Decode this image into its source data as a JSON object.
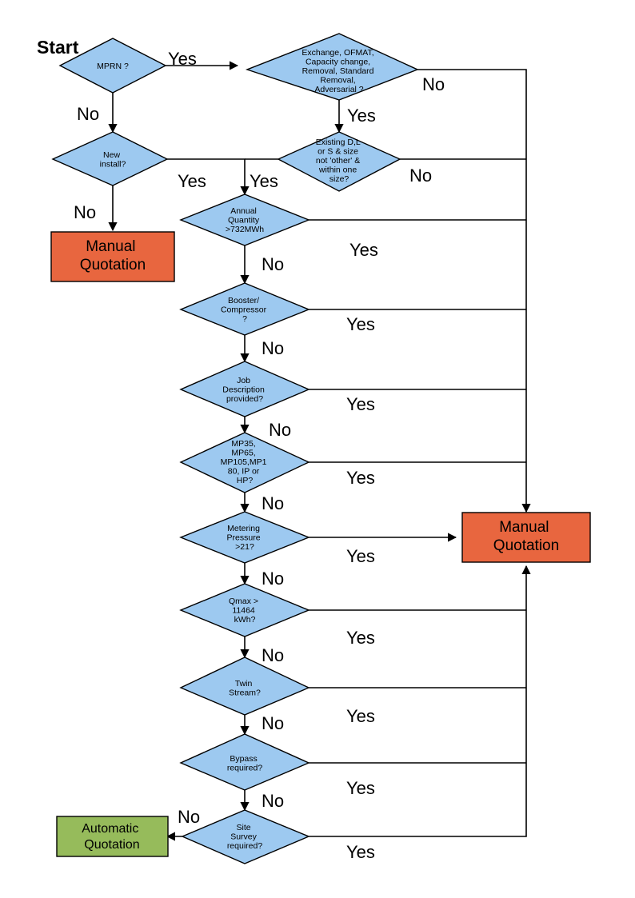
{
  "diagram": {
    "title_label": "Start",
    "colors": {
      "decision_fill": "#9DC9F0",
      "manual_fill": "#E8663F",
      "automatic_fill": "#96BB5B",
      "stroke": "#000000",
      "background": "#FFFFFF"
    },
    "edge_labels": {
      "yes": "Yes",
      "no": "No"
    },
    "nodes": [
      {
        "id": "mprn",
        "type": "decision",
        "lines": [
          "MPRN ?"
        ]
      },
      {
        "id": "exchange",
        "type": "decision",
        "lines": [
          "Exchange, OFMAT,",
          "Capacity change,",
          "Removal, Standard",
          "Removal,",
          "Adversarial ?"
        ]
      },
      {
        "id": "new-install",
        "type": "decision",
        "lines": [
          "New",
          "install?"
        ]
      },
      {
        "id": "existing-dls",
        "type": "decision",
        "lines": [
          "Existing D,L",
          "or S & size",
          "not 'other' &",
          "within one",
          "size?"
        ]
      },
      {
        "id": "annual-quantity",
        "type": "decision",
        "lines": [
          "Annual",
          "Quantity",
          ">732MWh"
        ]
      },
      {
        "id": "booster",
        "type": "decision",
        "lines": [
          "Booster/",
          "Compressor",
          "?"
        ]
      },
      {
        "id": "job-description",
        "type": "decision",
        "lines": [
          "Job",
          "Description",
          "provided?"
        ]
      },
      {
        "id": "mp-types",
        "type": "decision",
        "lines": [
          "MP35,",
          "MP65,",
          "MP105,MP1",
          "80, IP or",
          "HP?"
        ]
      },
      {
        "id": "metering-pressure",
        "type": "decision",
        "lines": [
          "Metering",
          "Pressure",
          ">21?"
        ]
      },
      {
        "id": "qmax",
        "type": "decision",
        "lines": [
          "Qmax >",
          "11464",
          "kWh?"
        ]
      },
      {
        "id": "twin-stream",
        "type": "decision",
        "lines": [
          "Twin",
          "Stream?"
        ]
      },
      {
        "id": "bypass",
        "type": "decision",
        "lines": [
          "Bypass",
          "required?"
        ]
      },
      {
        "id": "site-survey",
        "type": "decision",
        "lines": [
          "Site",
          "Survey",
          "required?"
        ]
      },
      {
        "id": "manual-quotation-left",
        "type": "terminal-manual",
        "lines": [
          "Manual",
          "Quotation"
        ]
      },
      {
        "id": "manual-quotation-right",
        "type": "terminal-manual",
        "lines": [
          "Manual",
          "Quotation"
        ]
      },
      {
        "id": "automatic-quotation",
        "type": "terminal-automatic",
        "lines": [
          "Automatic",
          "Quotation"
        ]
      }
    ]
  }
}
